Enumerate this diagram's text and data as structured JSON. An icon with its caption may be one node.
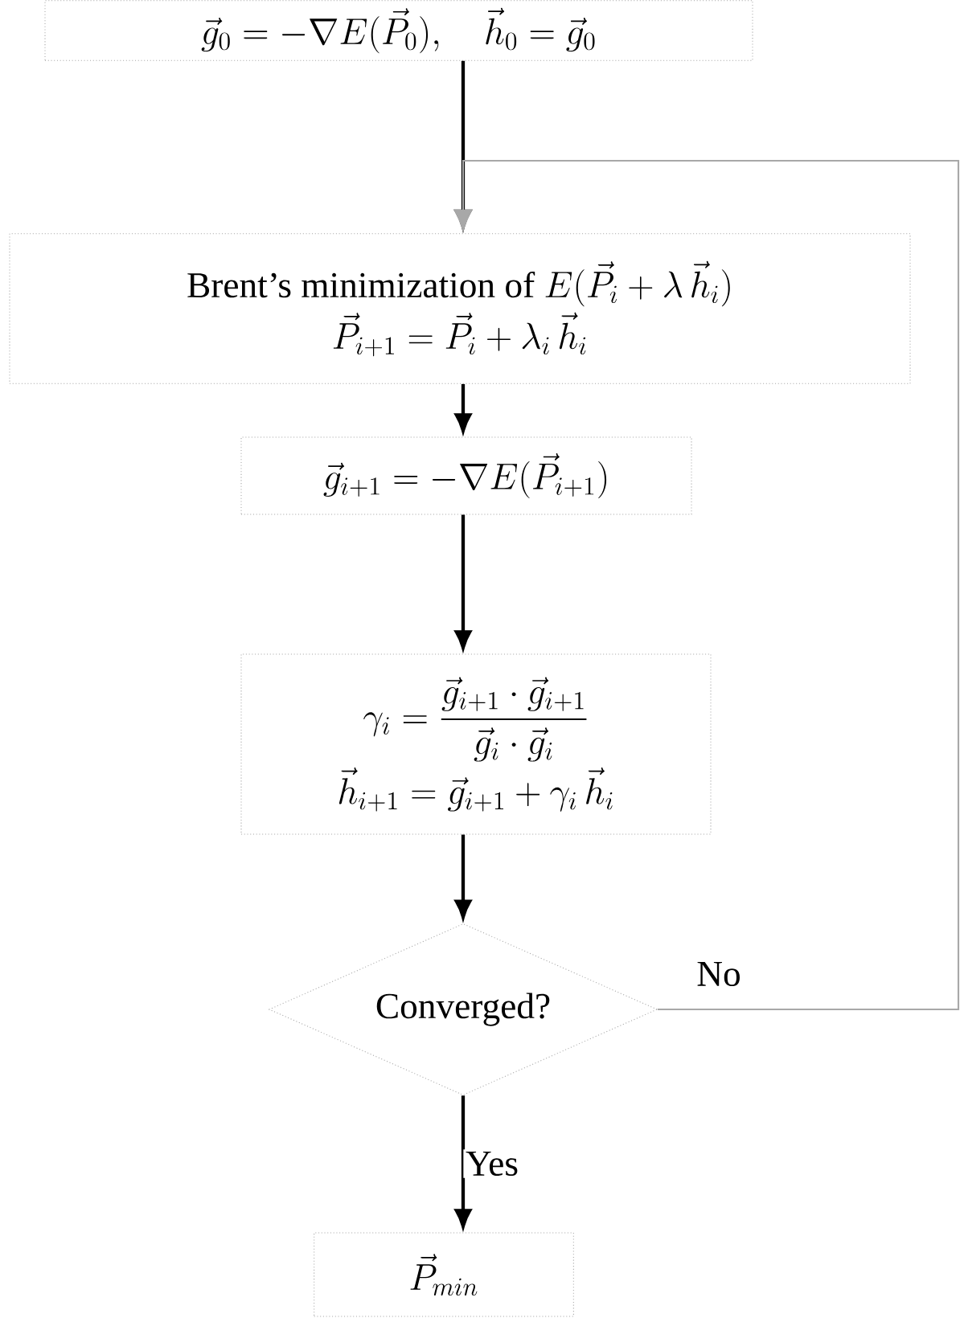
{
  "diagram": {
    "nodes": [
      {
        "text": [
          "\\vec{g}_0 = -\\nabla E(\\vec{P}_0), \\quad \\vec{h}_0 = \\vec{g}_0"
        ]
      },
      {
        "text": [
          "\\text{Brent's minimization of } E(\\vec{P}_i + \\lambda\\,\\vec{h}_i)",
          "\\vec{P}_{i+1} = \\vec{P}_i + \\lambda_i\\,\\vec{h}_i"
        ]
      },
      {
        "text": [
          "\\vec{g}_{i+1} = -\\nabla E(\\vec{P}_{i+1})"
        ]
      },
      {
        "text": [
          "\\gamma_i = \\frac{\\vec{g}_{i+1}\\cdot\\vec{g}_{i+1}}{\\vec{g}_i\\cdot\\vec{g}_i}",
          "\\vec{h}_{i+1} = \\vec{g}_{i+1} + \\gamma_i\\,\\vec{h}_i"
        ]
      },
      {
        "text": [
          "Converged?"
        ]
      },
      {
        "text": [
          "\\vec{P}_{min}"
        ]
      }
    ],
    "edges": [
      {
        "from": 0,
        "to": 1,
        "arrow": "to"
      },
      {
        "from": 1,
        "to": 2,
        "arrow": "to"
      },
      {
        "from": 2,
        "to": 3,
        "arrow": "to"
      },
      {
        "from": 3,
        "to": 4,
        "arrow": "to"
      },
      {
        "from": 4,
        "to": 5,
        "arrow": "to",
        "label": "Yes"
      },
      {
        "from": 4,
        "to": 1,
        "arrow": "to",
        "label": "No",
        "color": "#a8a8a8"
      }
    ]
  }
}
